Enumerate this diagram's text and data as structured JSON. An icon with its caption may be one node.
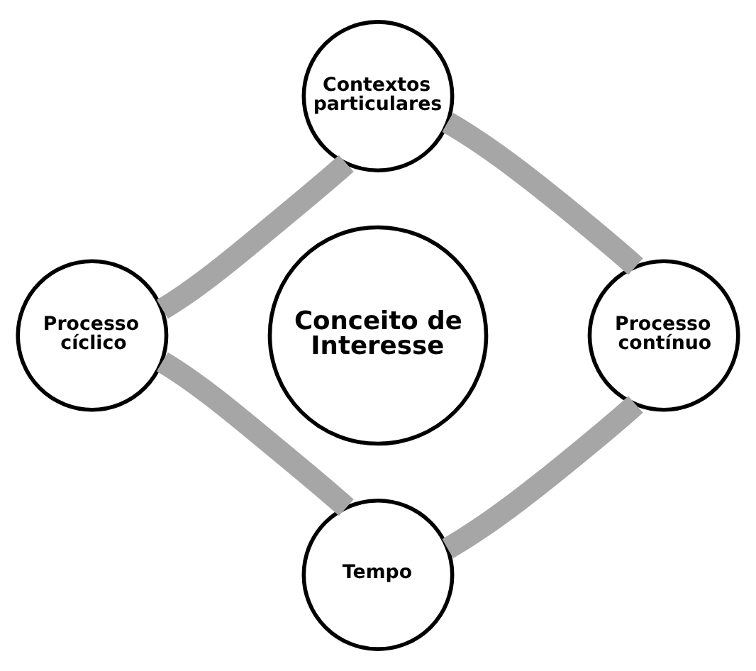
{
  "diagram": {
    "nodes": [
      {
        "text": [
          "Contextos particulares"
        ]
      },
      {
        "text": [
          "Processo cíclico"
        ]
      },
      {
        "text": [
          "Conceito de Interesse"
        ]
      },
      {
        "text": [
          "Processo contínuo"
        ]
      },
      {
        "text": [
          "Tempo"
        ]
      }
    ],
    "edges": [
      {
        "from": 0,
        "to": 3,
        "arrow": "none"
      },
      {
        "from": 3,
        "to": 4,
        "arrow": "none"
      },
      {
        "from": 4,
        "to": 1,
        "arrow": "none"
      },
      {
        "from": 1,
        "to": 0,
        "arrow": "none"
      }
    ]
  }
}
